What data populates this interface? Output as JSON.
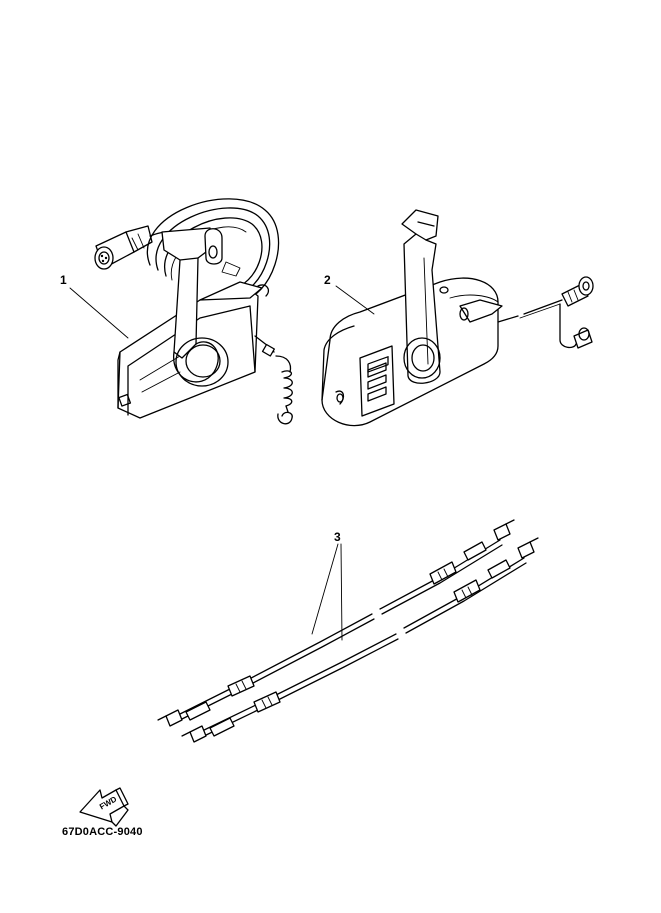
{
  "callouts": {
    "part1": "1",
    "part2": "2",
    "part3": "3"
  },
  "fwd_label": "FWD",
  "drawing_code": "67D0ACC-9040"
}
